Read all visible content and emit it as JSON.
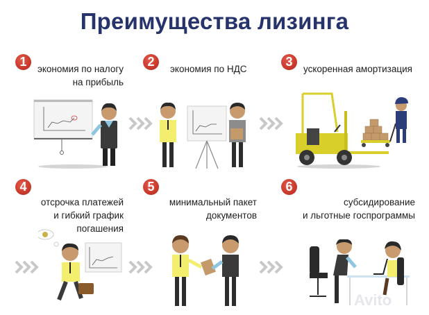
{
  "title": "Преимущества лизинга",
  "colors": {
    "title": "#27346b",
    "badge": "#c9392b",
    "arrow": "#c8c8c8",
    "yellow": "#f3ee6e",
    "forklift": "#d9cf2a"
  },
  "benefits": [
    {
      "number": "1",
      "lines": [
        "экономия по налогу",
        "на прибыль"
      ],
      "illustration": "presenter-with-chart"
    },
    {
      "number": "2",
      "lines": [
        "экономия по НДС"
      ],
      "illustration": "two-men-with-flipchart"
    },
    {
      "number": "3",
      "lines": [
        "ускоренная амортизация"
      ],
      "illustration": "forklift-and-worker"
    },
    {
      "number": "4",
      "lines": [
        "отсрочка платежей",
        "и гибкий график",
        "погашения"
      ],
      "illustration": "walking-man-with-briefcase"
    },
    {
      "number": "5",
      "lines": [
        "минимальный пакет",
        "документов"
      ],
      "illustration": "handing-documents"
    },
    {
      "number": "6",
      "lines": [
        "субсидирование",
        "и льготные госпрограммы"
      ],
      "illustration": "office-meeting"
    }
  ],
  "arrows": [
    "chevron-right-icon",
    "chevron-right-icon",
    "chevron-right-icon",
    "chevron-right-icon",
    "chevron-right-icon"
  ],
  "watermark": "Avito"
}
